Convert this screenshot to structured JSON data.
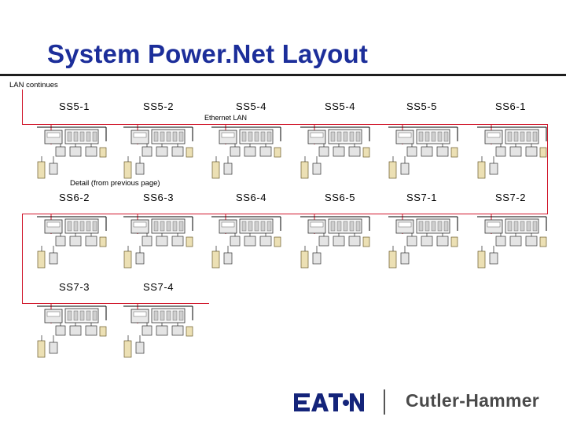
{
  "title": "System Power.Net Layout",
  "lan_continues": "LAN continues",
  "ethernet_lan": "Ethernet LAN",
  "detail_label": "Detail (from previous page)",
  "substations": {
    "r1c1": "SS5-1",
    "r1c2": "SS5-2",
    "r1c3": "SS5-4",
    "r1c4": "SS5-4",
    "r1c5": "SS5-5",
    "r1c6": "SS6-1",
    "r2c1": "SS6-2",
    "r2c2": "SS6-3",
    "r2c3": "SS6-4",
    "r2c4": "SS6-5",
    "r2c5": "SS7-1",
    "r2c6": "SS7-2",
    "r3c1": "SS7-3",
    "r3c2": "SS7-4"
  },
  "logo": {
    "eaton": "EATON",
    "cutler_hammer": "Cutler-Hammer"
  },
  "colors": {
    "title": "#1c2e9a",
    "lan": "#d0162a",
    "logo_blue": "#14247a",
    "rule": "#1e1e1e"
  }
}
